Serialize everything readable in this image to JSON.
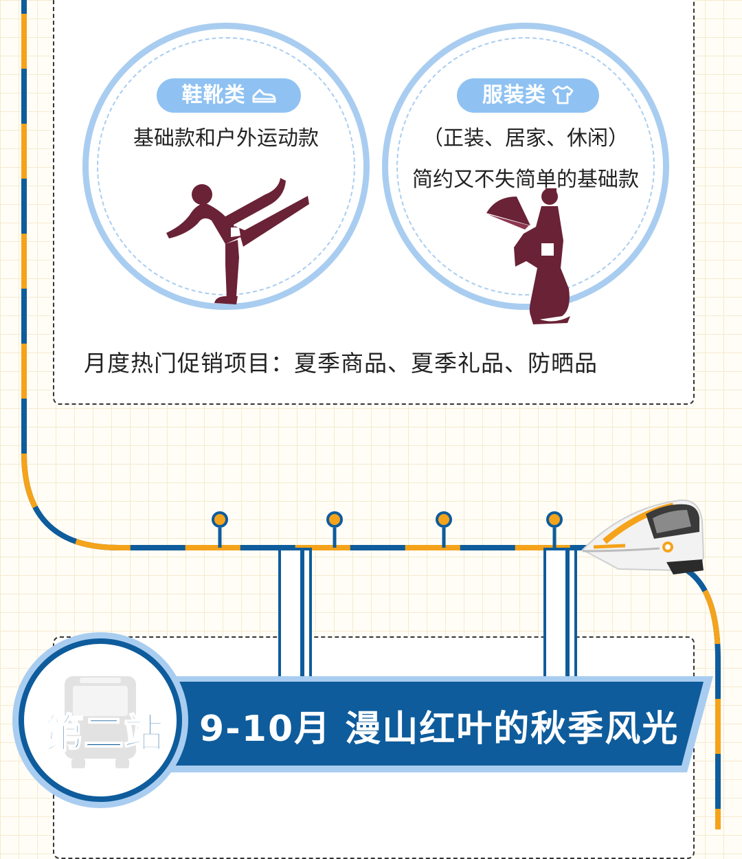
{
  "shoes": {
    "title": "鞋靴类",
    "icon": "shoe-icon",
    "description": "基础款和户外运动款"
  },
  "clothing": {
    "title": "服装类",
    "icon": "tshirt-icon",
    "line1": "（正装、居家、休闲）",
    "line2": "简约又不失简单的基础款"
  },
  "promo": {
    "text": "月度热门促销项目：夏季商品、夏季礼品、防晒品"
  },
  "station2": {
    "label": "第二站",
    "title": "9-10月  漫山红叶的秋季风光"
  },
  "colors": {
    "track_blue": "#0e5c9c",
    "track_orange": "#f5a31a",
    "light_blue": "#a9cdf0",
    "figure": "#6a2236"
  }
}
